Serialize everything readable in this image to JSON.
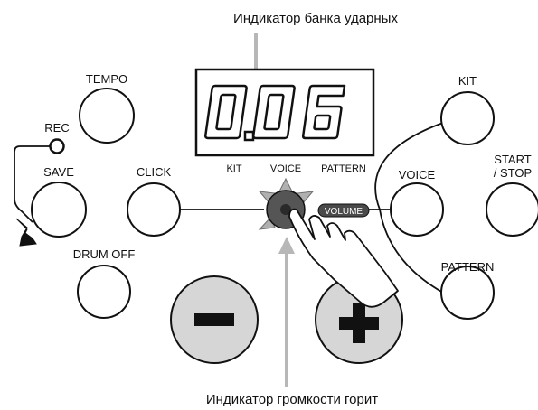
{
  "annotations": {
    "top": "Индикатор банка ударных",
    "bottom": "Индикатор громкости горит"
  },
  "display": {
    "digits": [
      "0",
      "0",
      "6"
    ],
    "labels": {
      "kit": "KIT",
      "voice": "VOICE",
      "pattern": "PATTERN"
    }
  },
  "buttons": {
    "tempo": "TEMPO",
    "rec": "REC",
    "save": "SAVE",
    "click": "CLICK",
    "drum_off": "DRUM OFF",
    "kit": "KIT",
    "voice": "VOICE",
    "start_stop": [
      "START",
      "/ STOP"
    ],
    "pattern": "PATTERN",
    "minus_icon": "minus-icon",
    "plus_icon": "plus-icon"
  },
  "knob": {
    "volume_label": "VOLUME"
  },
  "colors": {
    "line": "#111111",
    "big_button_fill": "#d6d6d6",
    "knob_fill": "#555555",
    "arrow": "#b7b7b7",
    "volume_badge": "#4a4a4a"
  }
}
